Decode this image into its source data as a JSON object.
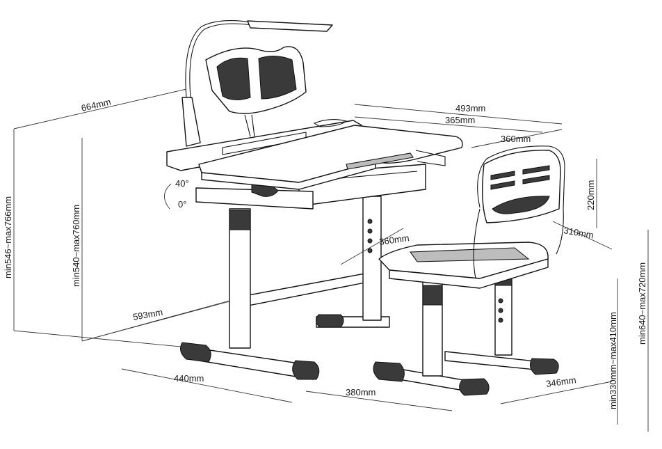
{
  "labels": {
    "desk_depth": "664mm",
    "desk_width": "493mm",
    "tabletop_width": "365mm",
    "desk_height_range": "min546~max766mm",
    "tabletop_height_range": "min540~max760mm",
    "desk_base_length": "593mm",
    "desk_foot_width": "440mm",
    "tilt_max": "40°",
    "tilt_min": "0°",
    "seat_depth": "360mm",
    "backrest_width": "360mm",
    "backrest_height": "220mm",
    "seat_width": "310mm",
    "chair_total_height_range": "min640~max720mm",
    "seat_height_range": "min330mm~max410mm",
    "chair_base_length": "380mm",
    "chair_foot_width": "346mm"
  },
  "colors": {
    "line": "#111111",
    "accent_grey": "#3a3a3a"
  }
}
